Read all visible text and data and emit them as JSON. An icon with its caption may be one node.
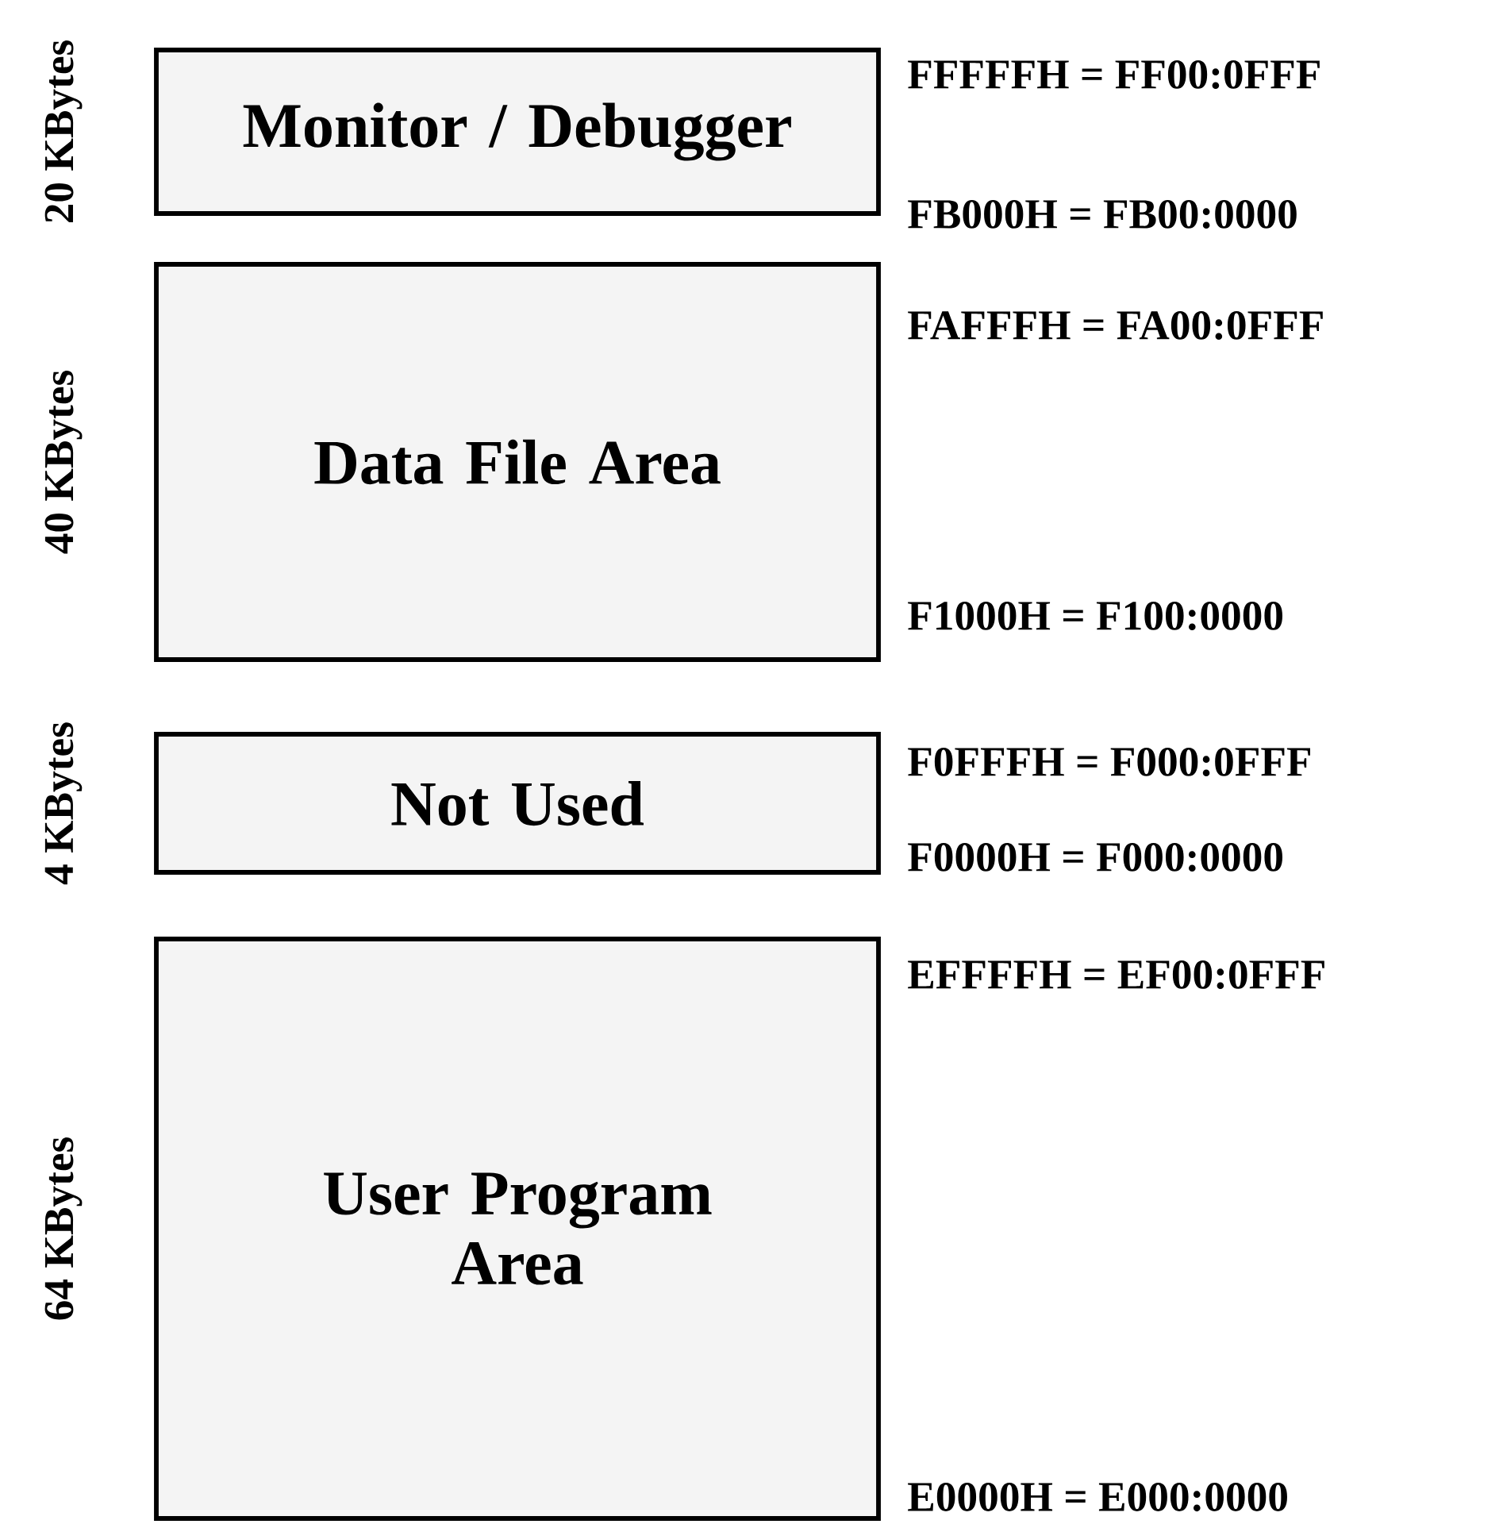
{
  "diagram": {
    "nodes": [
      {
        "text": [
          "Monitor / Debugger"
        ],
        "beside": [
          "20 KBytes",
          "FFFFFH = FF00:0FFF",
          "FB000H = FB00:0000"
        ]
      },
      {
        "text": [
          "Data File Area"
        ],
        "beside": [
          "40 KBytes",
          "FAFFFH = FA00:0FFF",
          "F1000H = F100:0000"
        ]
      },
      {
        "text": [
          "Not Used"
        ],
        "beside": [
          "4 KBytes",
          "F0FFFH = F000:0FFF",
          "F0000H = F000:0000"
        ]
      },
      {
        "text": [
          "User Program Area"
        ],
        "beside": [
          "64 KBytes",
          "EFFFFH = EF00:0FFF",
          "E0000H = E000:0000"
        ]
      }
    ]
  }
}
